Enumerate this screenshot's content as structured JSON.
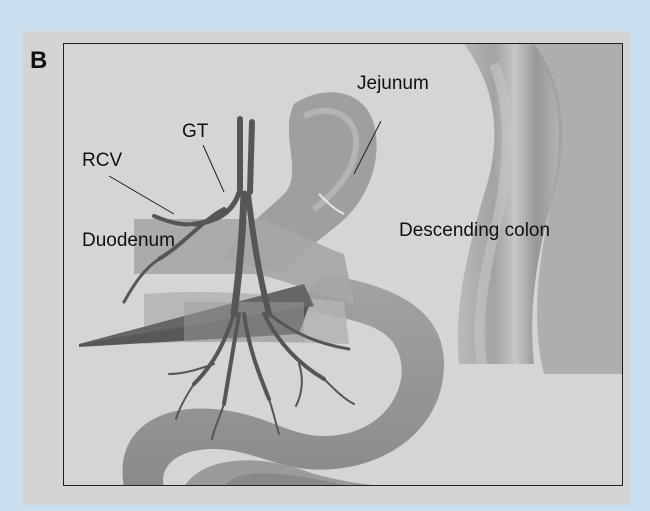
{
  "panel_label": "B",
  "labels": {
    "jejunum": "Jejunum",
    "gt": "GT",
    "rcv": "RCV",
    "duodenum": "Duodenum",
    "descending_colon": "Descending colon"
  },
  "colors": {
    "background": "#c9dff0",
    "figure_area": "#d4d4d4",
    "bowel_light": "#9a9a9a",
    "bowel_dark": "#6e6e6e",
    "vessels": "#555555",
    "colon": "#8f8f8f"
  }
}
